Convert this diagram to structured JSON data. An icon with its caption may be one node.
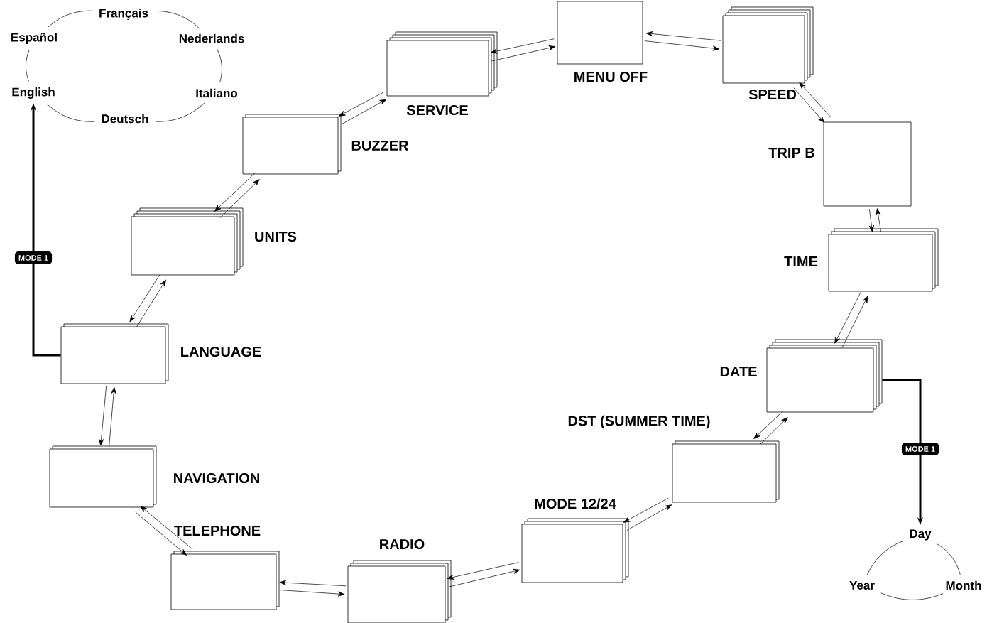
{
  "diagram": {
    "nodes": [
      {
        "text": [
          "Français"
        ]
      },
      {
        "text": [
          "Español"
        ]
      },
      {
        "text": [
          "Nederlands"
        ]
      },
      {
        "text": [
          "English"
        ]
      },
      {
        "text": [
          "Italiano"
        ]
      },
      {
        "text": [
          "Deutsch"
        ]
      },
      {
        "text": [],
        "shape": "box",
        "beside": [
          "MENU OFF"
        ]
      },
      {
        "text": [],
        "shape": "box",
        "beside": [
          "SPEED"
        ]
      },
      {
        "text": [],
        "shape": "box",
        "beside": [
          "TRIP B"
        ]
      },
      {
        "text": [],
        "shape": "box",
        "beside": [
          "TIME"
        ]
      },
      {
        "text": [],
        "shape": "box",
        "beside": [
          "DATE"
        ]
      },
      {
        "text": [],
        "shape": "box",
        "beside": [
          "DST (SUMMER TIME)"
        ]
      },
      {
        "text": [],
        "shape": "box",
        "beside": [
          "MODE 12/24"
        ]
      },
      {
        "text": [],
        "shape": "box",
        "beside": [
          "RADIO"
        ]
      },
      {
        "text": [],
        "shape": "box",
        "beside": [
          "TELEPHONE"
        ]
      },
      {
        "text": [],
        "shape": "box",
        "beside": [
          "NAVIGATION"
        ]
      },
      {
        "text": [],
        "shape": "box",
        "beside": [
          "LANGUAGE"
        ]
      },
      {
        "text": [],
        "shape": "box",
        "beside": [
          "UNITS"
        ]
      },
      {
        "text": [],
        "shape": "box",
        "beside": [
          "BUZZER"
        ]
      },
      {
        "text": [],
        "shape": "box",
        "beside": [
          "SERVICE"
        ]
      },
      {
        "text": [
          "Day"
        ]
      },
      {
        "text": [
          "Year"
        ]
      },
      {
        "text": [
          "Month"
        ]
      }
    ],
    "edges": [
      {
        "from": 6,
        "to": 7,
        "arrow": "to"
      },
      {
        "from": 7,
        "to": 6,
        "arrow": "to"
      },
      {
        "from": 7,
        "to": 8,
        "arrow": "to"
      },
      {
        "from": 8,
        "to": 7,
        "arrow": "to"
      },
      {
        "from": 8,
        "to": 9,
        "arrow": "to"
      },
      {
        "from": 9,
        "to": 8,
        "arrow": "to"
      },
      {
        "from": 9,
        "to": 10,
        "arrow": "to"
      },
      {
        "from": 10,
        "to": 9,
        "arrow": "to"
      },
      {
        "from": 10,
        "to": 11,
        "arrow": "to"
      },
      {
        "from": 11,
        "to": 10,
        "arrow": "to"
      },
      {
        "from": 11,
        "to": 12,
        "arrow": "to"
      },
      {
        "from": 12,
        "to": 11,
        "arrow": "to"
      },
      {
        "from": 12,
        "to": 13,
        "arrow": "to"
      },
      {
        "from": 13,
        "to": 12,
        "arrow": "to"
      },
      {
        "from": 13,
        "to": 14,
        "arrow": "to"
      },
      {
        "from": 14,
        "to": 13,
        "arrow": "to"
      },
      {
        "from": 14,
        "to": 15,
        "arrow": "to"
      },
      {
        "from": 15,
        "to": 14,
        "arrow": "to"
      },
      {
        "from": 15,
        "to": 16,
        "arrow": "to"
      },
      {
        "from": 16,
        "to": 15,
        "arrow": "to"
      },
      {
        "from": 16,
        "to": 17,
        "arrow": "to"
      },
      {
        "from": 17,
        "to": 16,
        "arrow": "to"
      },
      {
        "from": 17,
        "to": 18,
        "arrow": "to"
      },
      {
        "from": 18,
        "to": 17,
        "arrow": "to"
      },
      {
        "from": 18,
        "to": 19,
        "arrow": "to"
      },
      {
        "from": 19,
        "to": 18,
        "arrow": "to"
      },
      {
        "from": 19,
        "to": 6,
        "arrow": "to"
      },
      {
        "from": 6,
        "to": 19,
        "arrow": "to"
      },
      {
        "from": 0,
        "to": 2,
        "arrow": "none"
      },
      {
        "from": 2,
        "to": 4,
        "arrow": "none"
      },
      {
        "from": 4,
        "to": 5,
        "arrow": "none"
      },
      {
        "from": 5,
        "to": 3,
        "arrow": "none"
      },
      {
        "from": 3,
        "to": 1,
        "arrow": "none"
      },
      {
        "from": 1,
        "to": 0,
        "arrow": "none"
      },
      {
        "from": 16,
        "to": 3,
        "arrow": "to",
        "label": "MODE 1",
        "style": "thick"
      },
      {
        "from": 10,
        "to": 20,
        "arrow": "to",
        "label": "MODE 1",
        "style": "thick"
      },
      {
        "from": 20,
        "to": 22,
        "arrow": "none"
      },
      {
        "from": 22,
        "to": 21,
        "arrow": "none"
      },
      {
        "from": 21,
        "to": 20,
        "arrow": "none"
      }
    ]
  }
}
